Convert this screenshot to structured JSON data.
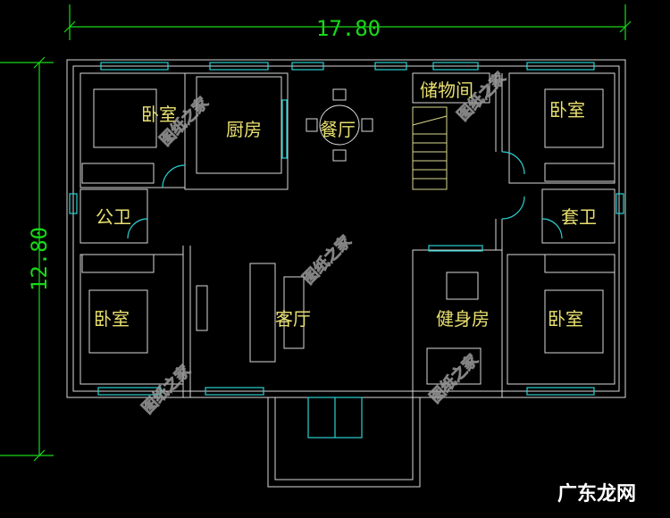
{
  "dimensions": {
    "width_label": "17.80",
    "height_label": "12.80"
  },
  "rooms": {
    "bedroom_tl": "卧室",
    "kitchen": "厨房",
    "dining": "餐厅",
    "storage": "储物间",
    "bedroom_tr": "卧室",
    "public_bath": "公卫",
    "suite_bath": "套卫",
    "bedroom_bl": "卧室",
    "living": "客厅",
    "gym": "健身房",
    "bedroom_br": "卧室"
  },
  "watermark": "图纸之家",
  "corner_watermark": "广东龙网",
  "colors": {
    "wall": "#d8d8d8",
    "window": "#2bd0d0",
    "label": "#e8e070",
    "dimension": "#18d818"
  }
}
